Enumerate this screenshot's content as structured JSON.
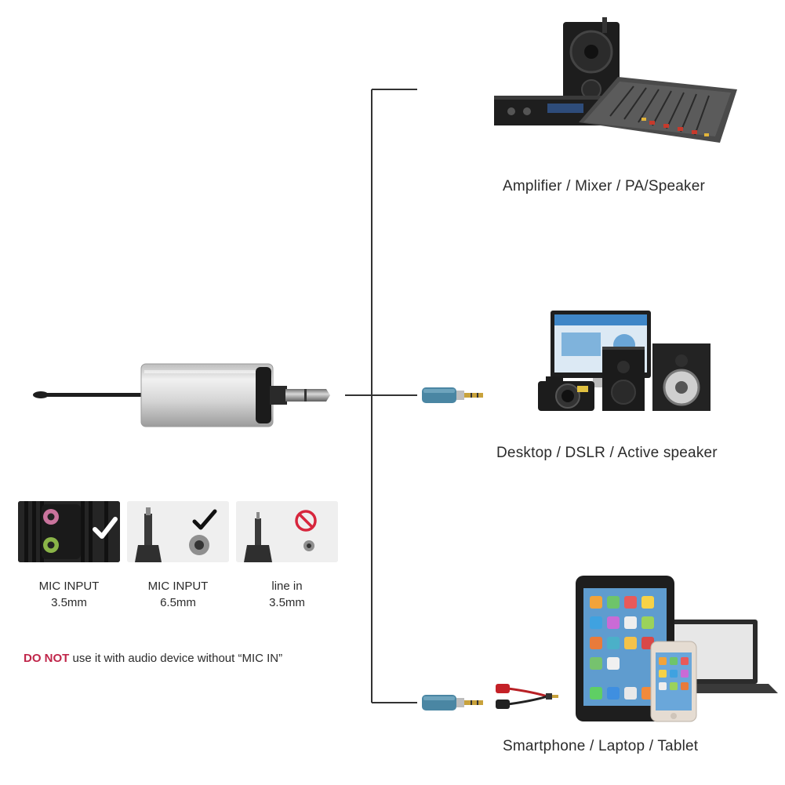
{
  "destinations": [
    {
      "label": "Amplifier / Mixer / PA/Speaker"
    },
    {
      "label": "Desktop / DSLR / Active speaker"
    },
    {
      "label": "Smartphone / Laptop / Tablet"
    }
  ],
  "inputs": [
    {
      "line1": "MIC INPUT",
      "line2": "3.5mm",
      "status": "compatible"
    },
    {
      "line1": "MIC INPUT",
      "line2": "6.5mm",
      "status": "compatible"
    },
    {
      "line1": "line in",
      "line2": "3.5mm",
      "status": "not-compatible"
    }
  ],
  "warning": {
    "highlight": "DO NOT",
    "text": " use it with audio device without  “MIC IN”"
  },
  "colors": {
    "highlight": "#c0264a",
    "adapter_blue": "#4a86a3",
    "receiver_body": "#c9c9c9",
    "line": "#333333"
  }
}
